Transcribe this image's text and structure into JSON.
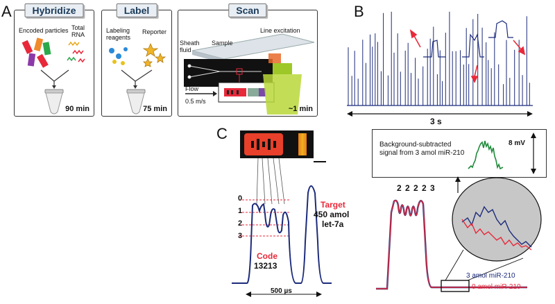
{
  "panels": {
    "a": "A",
    "b": "B",
    "c": "C"
  },
  "hybridize": {
    "title": "Hybridize",
    "particles_label": "Encoded particles",
    "rna_label": "Total\nRNA",
    "time": "90 min"
  },
  "label": {
    "title": "Label",
    "reagents_label": "Labeling\nreagents",
    "reporter_label": "Reporter",
    "time": "75 min"
  },
  "scan": {
    "title": "Scan",
    "sheath_label": "Sheath\nfluid",
    "sample_label": "Sample",
    "line_label": "Line excitation",
    "flow_label": "Flow",
    "flow_speed": "0.5 m/s",
    "time": "~1 min"
  },
  "trace_b": {
    "duration": "3 s"
  },
  "panel_c": {
    "levels": [
      "0",
      "1",
      "2",
      "3"
    ],
    "target_label": "Target",
    "target_amount": "450 amol",
    "target_name": "let-7a",
    "code_label": "Code",
    "code_value": "13213",
    "width_label": "500 µs"
  },
  "right": {
    "bg_label": "Background-subtracted\nsignal from 3 amol miR-210",
    "scale_label": "8 mV",
    "digits": "2 2 2 2 3",
    "legend_blue": "3 amol miR-210",
    "legend_red": "0 amol miR-210"
  },
  "colors": {
    "navy": "#1b2a7a",
    "red": "#e8293a",
    "green": "#1f8a3a",
    "tag_bg": "#e8eef3"
  }
}
